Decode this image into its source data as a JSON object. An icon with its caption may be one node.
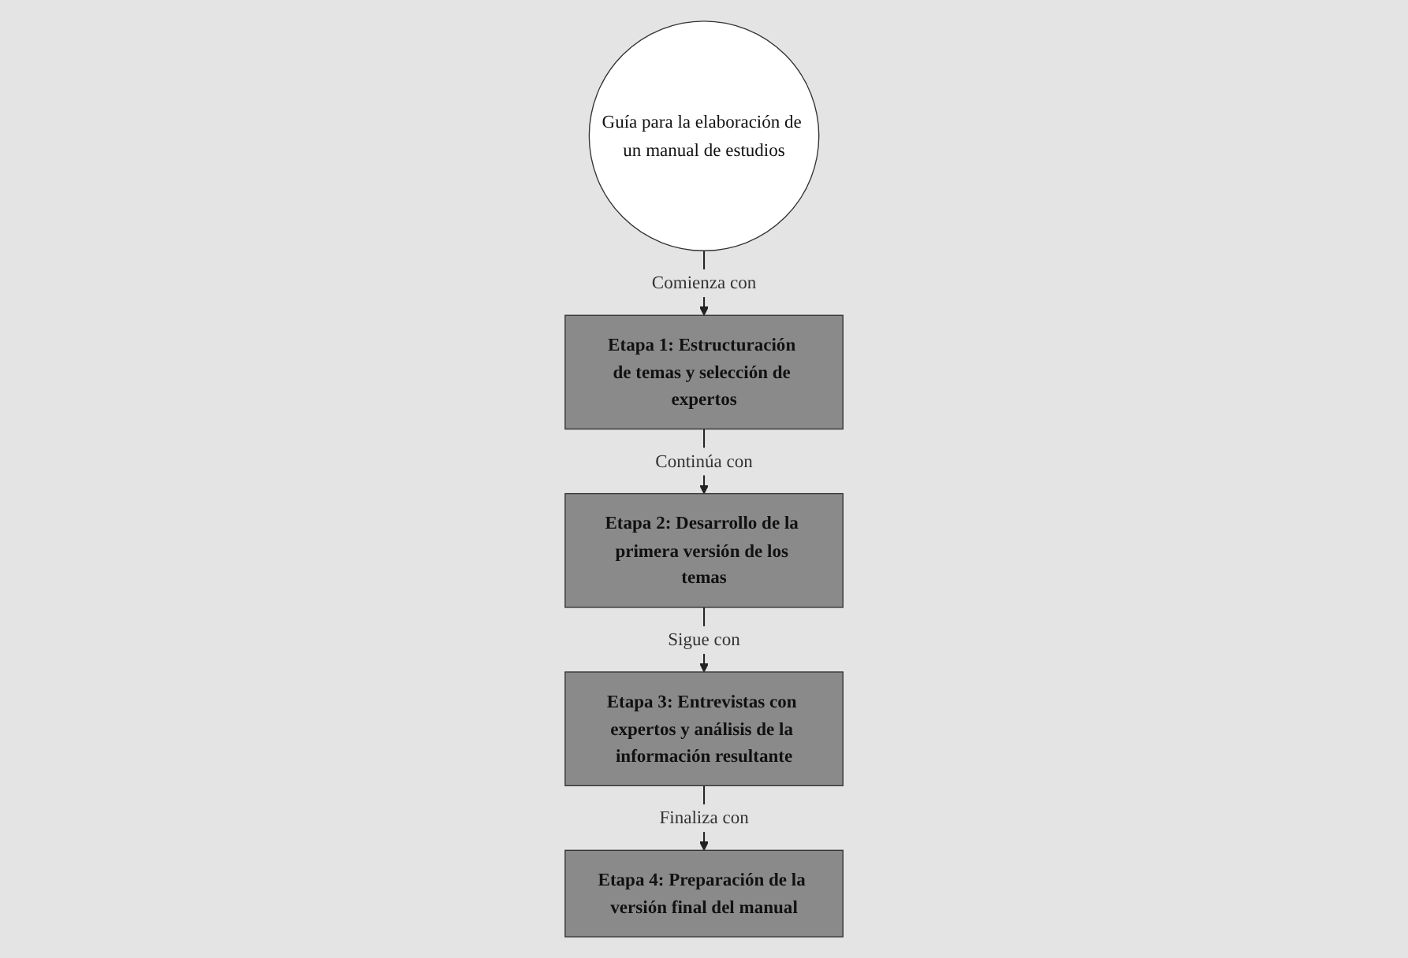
{
  "diagram": {
    "nodes": [
      {
        "text": [
          "Etapa 1: Estructuración de temas y selección de expertos"
        ]
      },
      {
        "text": [
          "Etapa 2: Desarrollo de la primera versión de los temas"
        ]
      },
      {
        "text": [
          "Guía para la elaboración de un manual de estudios"
        ]
      },
      {
        "text": [
          "Etapa 4: Preparación de la versión final del manual"
        ]
      },
      {
        "text": [
          "Etapa 3: Entrevistas con expertos y análisis de la información resultante"
        ]
      }
    ],
    "edges": [
      {
        "from": 2,
        "to": 0,
        "arrow": "to",
        "label": "Comienza con"
      },
      {
        "from": 0,
        "to": 1,
        "arrow": "to",
        "label": "Continúa con"
      },
      {
        "from": 1,
        "to": 4,
        "arrow": "to",
        "label": "Sigue con"
      },
      {
        "from": 4,
        "to": 3,
        "arrow": "to",
        "label": "Finaliza con"
      }
    ]
  }
}
